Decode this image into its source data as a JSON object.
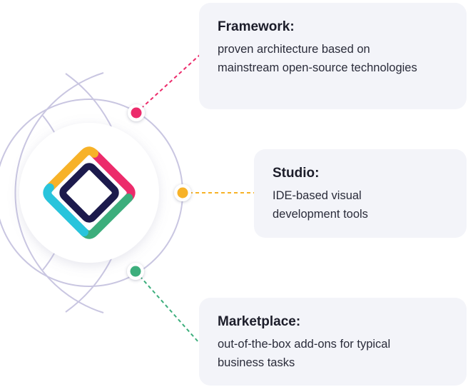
{
  "items": [
    {
      "title": "Framework:",
      "description": "proven architecture based on mainstream open-source technologies",
      "color": "#ec2b6b"
    },
    {
      "title": "Studio:",
      "description": "IDE-based visual development tools",
      "color": "#f7b228"
    },
    {
      "title": "Marketplace:",
      "description": "out-of-the-box add-ons for typical business tasks",
      "color": "#3cae7c"
    }
  ],
  "logo": {
    "icon": "jmix-logo-icon",
    "colors": {
      "top": "#ec2b6b",
      "left": "#f7b228",
      "right": "#3cae7c",
      "bottom": "#29c4dc",
      "center": "#1c1a4c"
    }
  },
  "orbit_color": "#c9c6e1"
}
